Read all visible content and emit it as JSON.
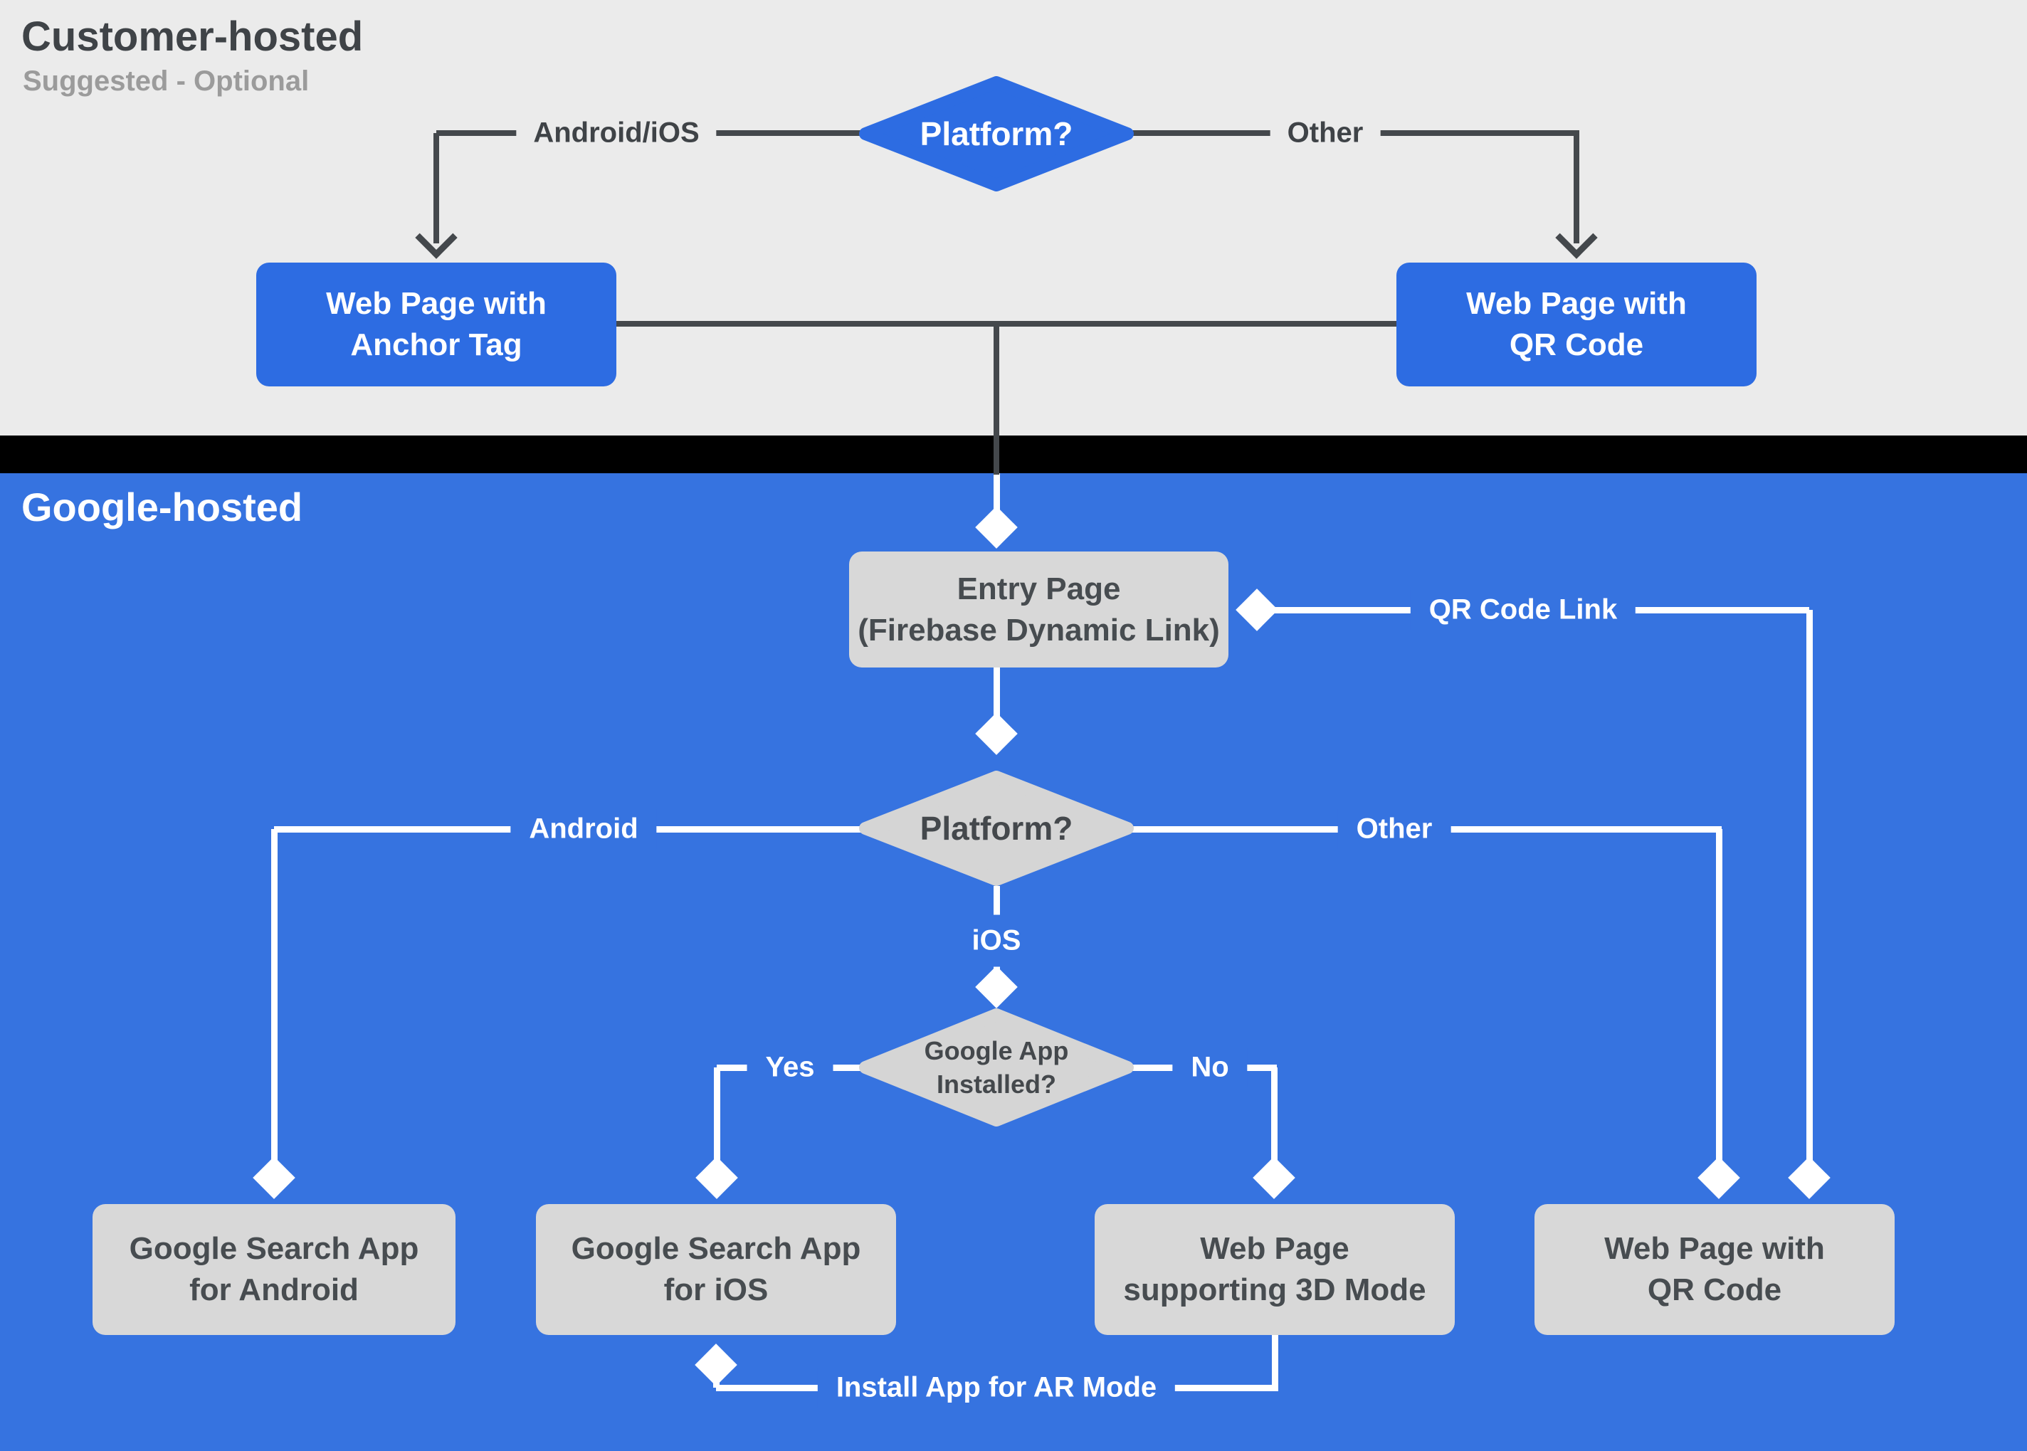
{
  "colors": {
    "customer_bg": "#ebebeb",
    "divider": "#000000",
    "google_bg": "#3673e0",
    "node_blue": "#2d6ce2",
    "node_gray": "#d8d8d8",
    "diamond_gray": "#d5d5d5",
    "ink": "#44484c",
    "subtitle_gray": "#9b9b9b",
    "white": "#ffffff"
  },
  "customer": {
    "title": "Customer-hosted",
    "subtitle": "Suggested - Optional",
    "platform_decision": "Platform?",
    "label_android_ios": "Android/iOS",
    "label_other": "Other",
    "anchor_box": {
      "line1": "Web Page with",
      "line2": "Anchor Tag"
    },
    "qr_box": {
      "line1": "Web Page with",
      "line2": "QR Code"
    }
  },
  "google": {
    "title": "Google-hosted",
    "entry_box": {
      "line1": "Entry Page",
      "line2": "(Firebase Dynamic Link)"
    },
    "label_qr_code_link": "QR Code Link",
    "platform_decision": "Platform?",
    "label_android": "Android",
    "label_other": "Other",
    "label_ios": "iOS",
    "app_installed_decision": {
      "line1": "Google App",
      "line2": "Installed?"
    },
    "label_yes": "Yes",
    "label_no": "No",
    "box_search_android": {
      "line1": "Google Search App",
      "line2": "for Android"
    },
    "box_search_ios": {
      "line1": "Google Search App",
      "line2": "for iOS"
    },
    "box_3d": {
      "line1": "Web Page",
      "line2": "supporting 3D Mode"
    },
    "box_qr": {
      "line1": "Web Page with",
      "line2": "QR Code"
    },
    "label_install": "Install App for AR Mode"
  }
}
